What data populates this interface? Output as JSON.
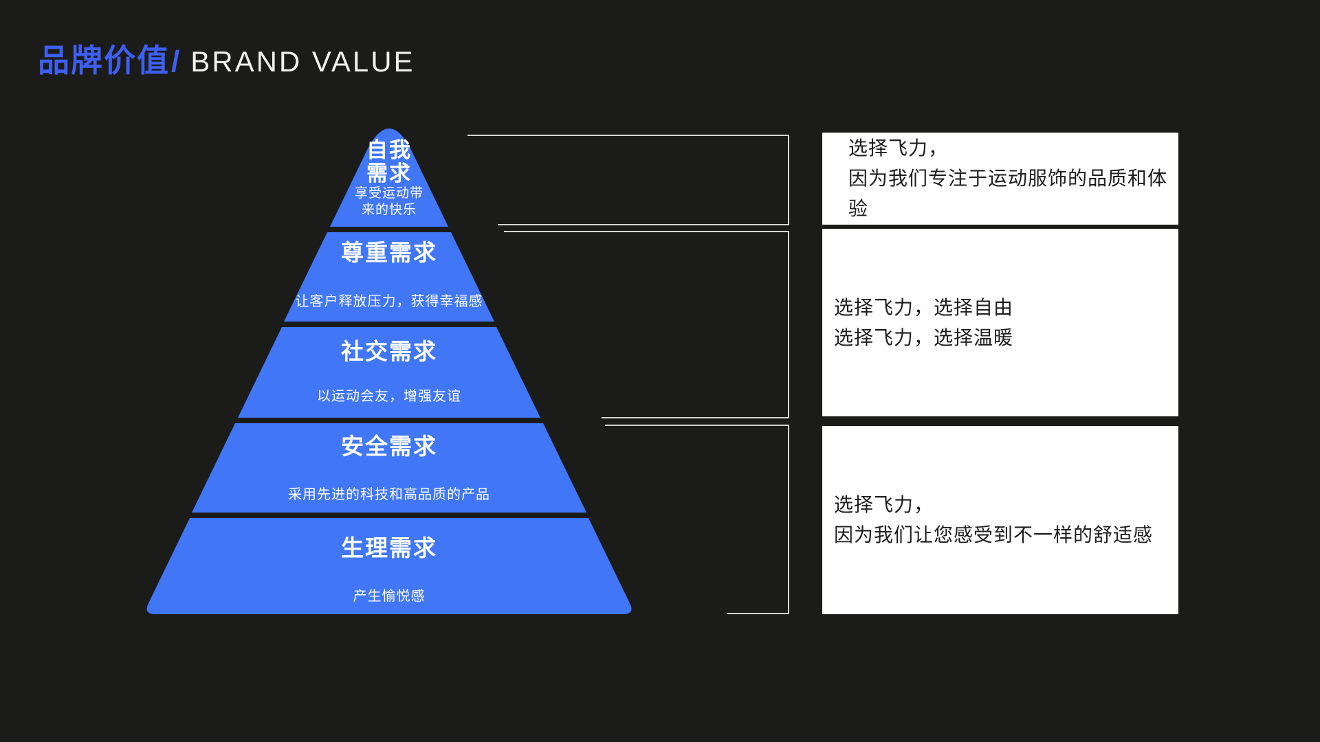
{
  "slide": {
    "title_cn": "品牌价值",
    "title_divider": "/",
    "title_en": "BRAND VALUE"
  },
  "pyramid": {
    "tiers": [
      {
        "title": "自我\n需求",
        "subtitle": "享受运动带\n来的快乐"
      },
      {
        "title": "尊重需求",
        "subtitle": "让客户释放压力，获得幸福感"
      },
      {
        "title": "社交需求",
        "subtitle": "以运动会友，增强友谊"
      },
      {
        "title": "安全需求",
        "subtitle": "采用先进的科技和高品质的产品"
      },
      {
        "title": "生理需求",
        "subtitle": "产生愉悦感"
      }
    ]
  },
  "annotations": [
    {
      "text": "选择飞力，\n因为我们专注于运动服饰的品质和体验"
    },
    {
      "text": "选择飞力，选择自由\n选择飞力，选择温暖"
    },
    {
      "text": "选择飞力，\n因为我们让您感受到不一样的舒适感"
    }
  ],
  "colors": {
    "bg": "#1b1b1a",
    "pyramid-blue": "#4177f6",
    "title-blue": "#3d5ff3",
    "box-bg": "#ffffff",
    "box-text": "#1d1d1d",
    "line": "#d6d6d6",
    "tier-text": "#ffffff"
  }
}
